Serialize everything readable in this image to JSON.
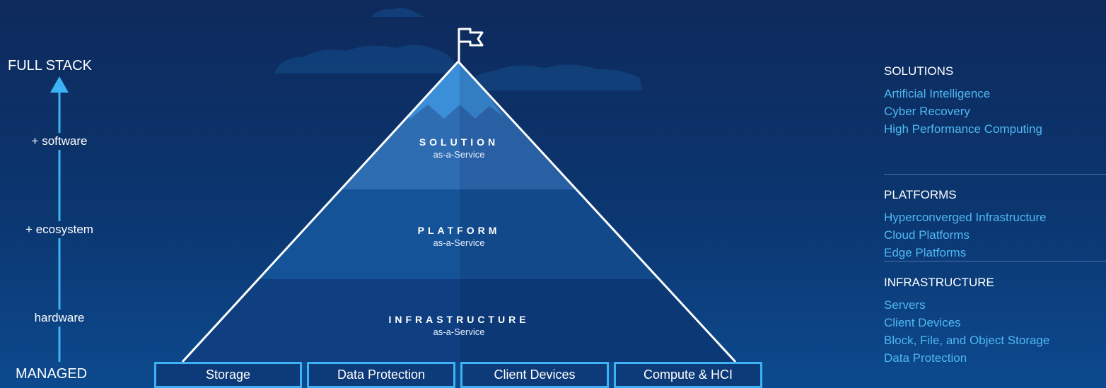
{
  "axis": {
    "top_label": "FULL STACK",
    "bottom_label": "MANAGED",
    "steps": [
      "+ software",
      "+ ecosystem",
      "hardware"
    ]
  },
  "pyramid": {
    "tiers": [
      {
        "title": "SOLUTION",
        "subtitle": "as-a-Service"
      },
      {
        "title": "PLATFORM",
        "subtitle": "as-a-Service"
      },
      {
        "title": "INFRASTRUCTURE",
        "subtitle": "as-a-Service"
      }
    ],
    "base_services": [
      "Storage",
      "Data Protection",
      "Client Devices",
      "Compute & HCI"
    ]
  },
  "categories": [
    {
      "heading": "SOLUTIONS",
      "items": [
        "Artificial Intelligence",
        "Cyber Recovery",
        "High Performance Computing"
      ]
    },
    {
      "heading": "PLATFORMS",
      "items": [
        "Hyperconverged Infrastructure",
        "Cloud Platforms",
        "Edge Platforms"
      ]
    },
    {
      "heading": "INFRASTRUCTURE",
      "items": [
        "Servers",
        "Client Devices",
        "Block, File, and Object Storage",
        "Data Protection"
      ]
    }
  ],
  "colors": {
    "accent": "#3db2f5",
    "link": "#4fb8f2",
    "background": "#0e2a5c"
  },
  "icons": {
    "summit": "flag-icon",
    "axis": "arrow-up-icon"
  }
}
